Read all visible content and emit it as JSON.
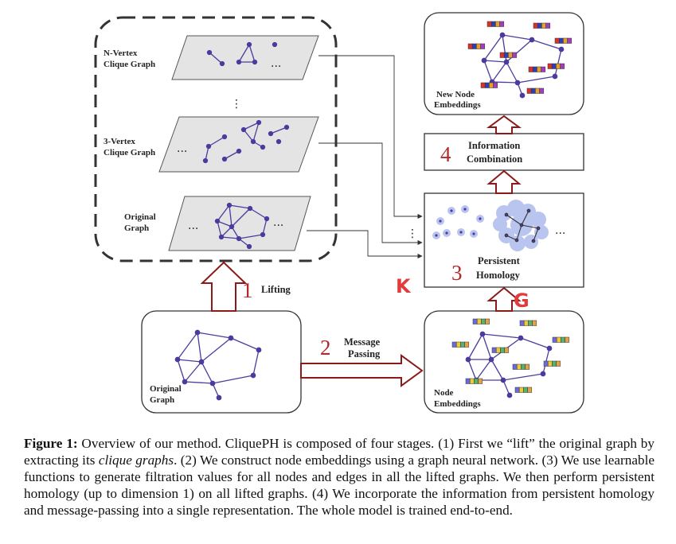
{
  "labels": {
    "n_vertex": [
      "N-Vertex",
      "Clique Graph"
    ],
    "three_vertex": [
      "3-Vertex",
      "Clique Graph"
    ],
    "original_top": [
      "Original",
      "Graph"
    ],
    "original_bottom": [
      "Original",
      "Graph"
    ],
    "new_node": [
      "New Node",
      "Embeddings"
    ],
    "node_emb": [
      "Node",
      "Embeddings"
    ],
    "ellipsis": "...",
    "vellipsis": "⋮"
  },
  "stages": {
    "lifting": {
      "num": "1",
      "label": "Lifting"
    },
    "message": {
      "num": "2",
      "label": [
        "Message",
        "Passing"
      ]
    },
    "ph": {
      "num": "3",
      "label": [
        "Persistent",
        "Homology"
      ]
    },
    "combo": {
      "num": "4",
      "label": [
        "Information",
        "Combination"
      ]
    }
  },
  "annotations": {
    "k": "K",
    "g": "G"
  },
  "colors": {
    "arrow": "#8b1a1a",
    "node": "#4b3b9e",
    "blob": "#b9c4ef",
    "panel": "#e4e4e4",
    "handwriting": "#e23b3b"
  },
  "caption": {
    "fig": "Figure 1:",
    "t1": " Overview of our method. CliquePH is composed of four stages. (1) First we “lift” the original graph by extracting its ",
    "em": "clique graphs",
    "t2": ". (2) We construct node embeddings using a graph neural network. (3) We use learnable functions to generate filtration values for all nodes and edges in all the lifted graphs. We then perform persistent homology (up to dimension 1) on all lifted graphs. (4) We incorporate the information from persistent homology and message-passing into a single representation. The whole model is trained end-to-end."
  }
}
